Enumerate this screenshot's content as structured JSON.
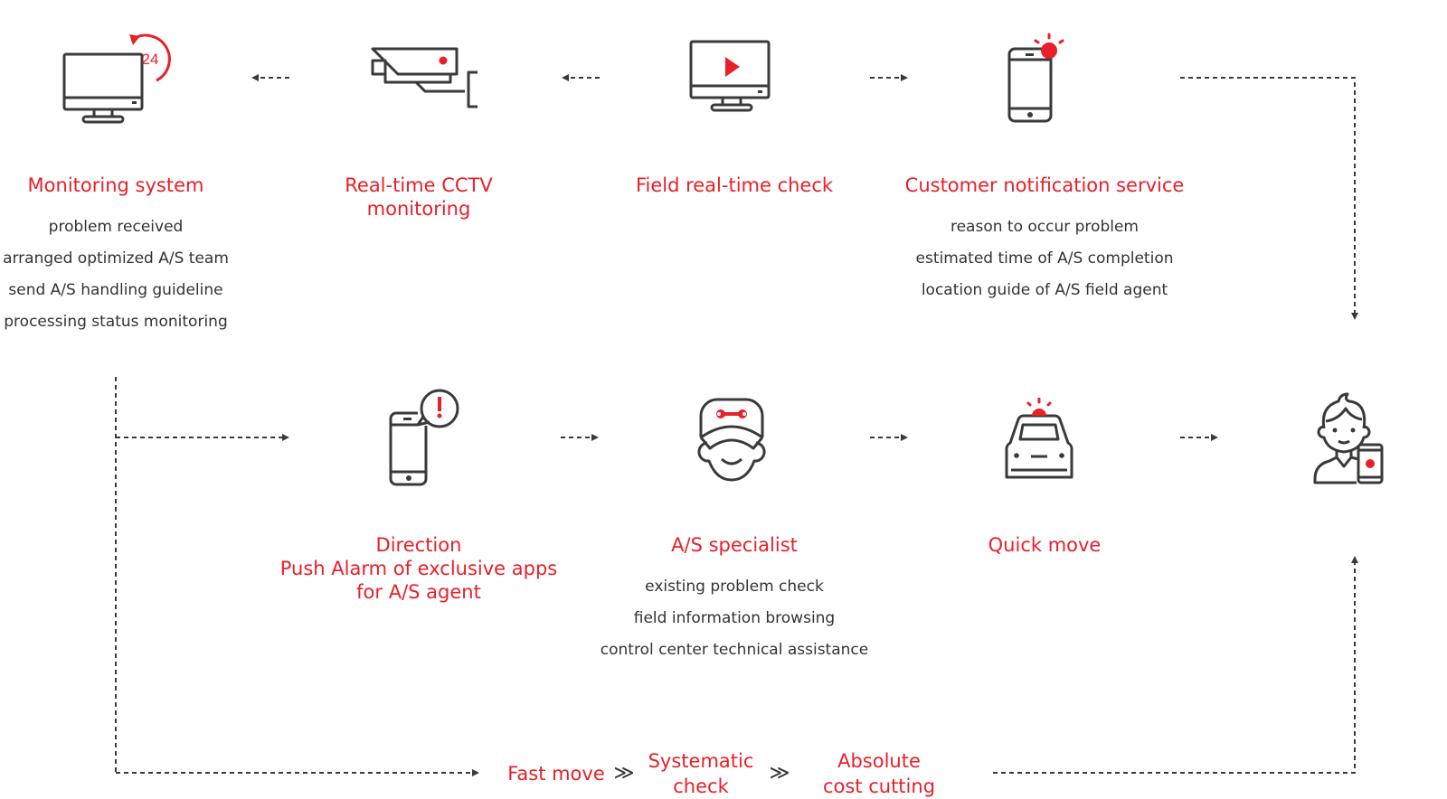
{
  "colors": {
    "accent": "#e8202a",
    "stroke": "#3a3a3a",
    "text": "#333333"
  },
  "top_row": [
    {
      "id": "monitoring-system",
      "icon": "monitor-24h-icon",
      "title": "Monitoring system",
      "items": [
        "problem received",
        "arranged optimized A/S team",
        "send A/S handling guideline",
        "processing status monitoring"
      ],
      "badge": "24"
    },
    {
      "id": "cctv",
      "icon": "cctv-camera-icon",
      "title": "Real-time CCTV\nmonitoring",
      "title_lines": [
        "Real-time CCTV",
        "monitoring"
      ],
      "items": []
    },
    {
      "id": "field-check",
      "icon": "monitor-play-icon",
      "title": "Field real-time check",
      "items": []
    },
    {
      "id": "customer-notification",
      "icon": "phone-alert-icon",
      "title": "Customer notification service",
      "items": [
        "reason to occur problem",
        "estimated time of A/S completion",
        "location guide of A/S field agent"
      ]
    }
  ],
  "bottom_row": [
    {
      "id": "direction",
      "icon": "phone-exclamation-icon",
      "title_lines": [
        "Direction",
        "Push Alarm of exclusive apps",
        "for A/S agent"
      ],
      "items": []
    },
    {
      "id": "as-specialist",
      "icon": "technician-icon",
      "title_lines": [
        "A/S specialist"
      ],
      "items": [
        "existing problem check",
        "field information browsing",
        "control center technical assistance"
      ]
    },
    {
      "id": "quick-move",
      "icon": "car-siren-icon",
      "title_lines": [
        "Quick move"
      ],
      "items": []
    },
    {
      "id": "customer",
      "icon": "customer-phone-icon",
      "title_lines": [],
      "items": []
    }
  ],
  "footer_flow": {
    "steps": [
      {
        "lines": [
          "Fast move"
        ]
      },
      {
        "lines": [
          "Systematic",
          "check"
        ]
      },
      {
        "lines": [
          "Absolute",
          "cost cutting"
        ]
      }
    ],
    "separator": "≫"
  }
}
